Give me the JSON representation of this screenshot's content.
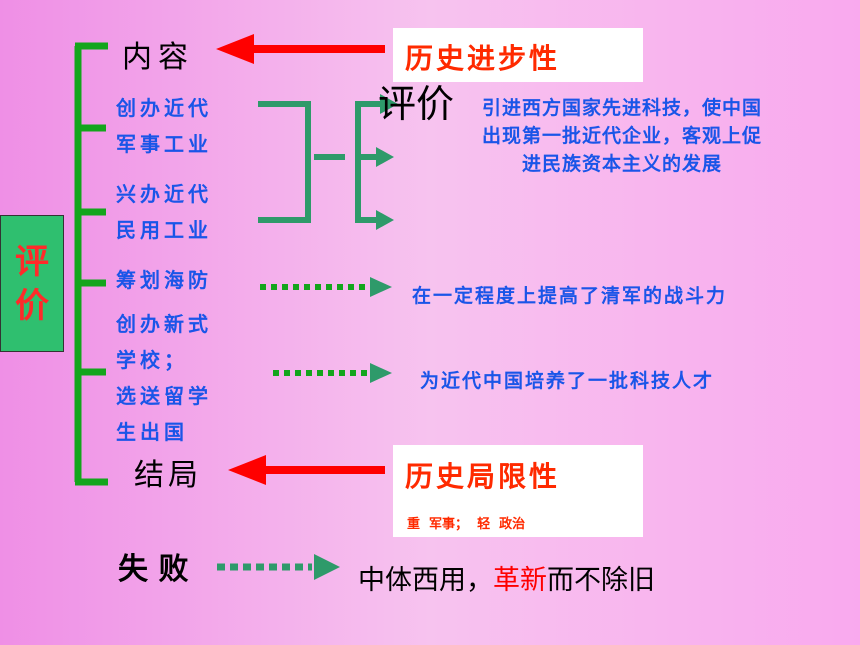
{
  "side_label": {
    "char1": "评",
    "char2": "价"
  },
  "content_label": "内容",
  "result_label": "结局",
  "failure_label": "失 败",
  "overlay_label": "评价",
  "items": {
    "military_1": "创办近代",
    "military_2": "军事工业",
    "civil_1": "兴办近代",
    "civil_2": "民用工业",
    "navy": "筹划海防",
    "school_1": "创办新式",
    "school_2": "学校；",
    "study_1": "选送留学",
    "study_2": "生出国"
  },
  "results": {
    "tech_line1": "引进西方国家先进科技，使中国",
    "tech_line2": "出现第一批近代企业，客观上促",
    "tech_line3": "进民族资本主义的发展",
    "combat": "在一定程度上提高了清军的战斗力",
    "talent": "为近代中国培养了一批科技人才"
  },
  "progressive": "历史进步性",
  "limitation": "历史局限性",
  "limitation_note": "重  军事；  轻  政治",
  "conclusion": {
    "part1": "中体西用，",
    "part2": "革新",
    "part3": "而不除旧"
  },
  "colors": {
    "background": "#f7c3ef",
    "bracket": "#13a51c",
    "connector": "#2e9a6a",
    "red_arrow": "#ff0000",
    "blue_text": "#1a55e8",
    "red_text": "#ff2a00",
    "side_box": "#2fbf6f"
  }
}
